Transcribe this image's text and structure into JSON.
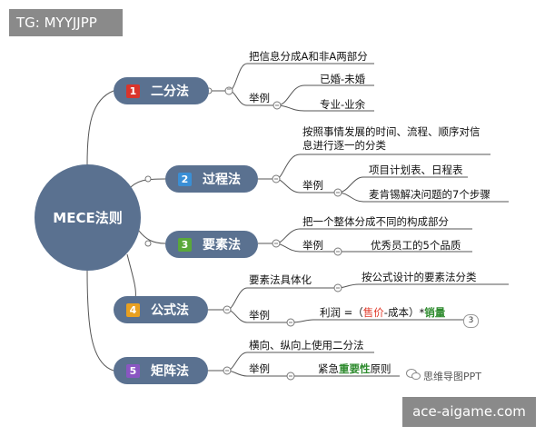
{
  "watermark_tag": "TG: MYYJJPP",
  "domain_label": "ace-aigame.com",
  "weixin_watermark": "思维导图PPT",
  "colors": {
    "node": "#5a7190",
    "badge1": "#d9342b",
    "badge2": "#3a8fd6",
    "badge3": "#5aa83a",
    "badge4": "#e8a020",
    "badge5": "#8a56c2"
  },
  "root": "MECE法则",
  "branches": [
    {
      "num": "1",
      "title": "二分法",
      "desc": "把信息分成A和非A两部分",
      "example_label": "举例",
      "examples": [
        "已婚-未婚",
        "专业-业余"
      ]
    },
    {
      "num": "2",
      "title": "过程法",
      "desc": "按照事情发展的时间、流程、顺序对信息进行逐一的分类",
      "example_label": "举例",
      "examples": [
        "项目计划表、日程表",
        "麦肯锡解决问题的7个步骤"
      ]
    },
    {
      "num": "3",
      "title": "要素法",
      "desc": "把一个整体分成不同的构成部分",
      "example_label": "举例",
      "examples": [
        "优秀员工的5个品质"
      ]
    },
    {
      "num": "4",
      "title": "公式法",
      "desc": "要素法具体化",
      "desc_child": "按公式设计的要素法分类",
      "example_label": "举例",
      "formula": {
        "prefix": "利润 =（",
        "price": "售价",
        "mid": "-成本）*",
        "sales": "销量"
      },
      "count": "3"
    },
    {
      "num": "5",
      "title": "矩阵法",
      "desc": "横向、纵向上使用二分法",
      "example_label": "举例",
      "example_prefix": "紧急",
      "example_highlight": "重要性",
      "example_suffix": "原则"
    }
  ]
}
